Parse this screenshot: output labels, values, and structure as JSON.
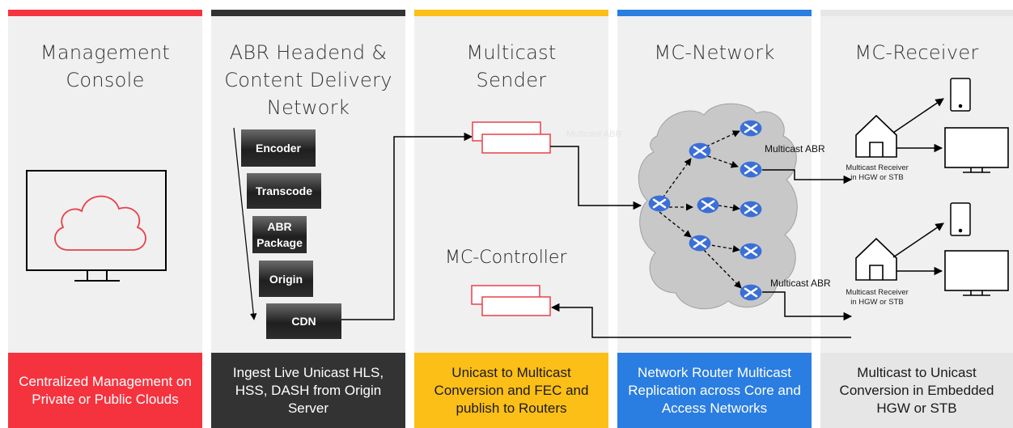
{
  "colors": {
    "management": "#f5333f",
    "abr": "#333333",
    "sender": "#fcbf17",
    "network": "#2a7de1",
    "receiver": "#e6e6e6",
    "column_bg": "#f0f0f0",
    "cloud_outline": "#e8414a",
    "router_blue": "#3b6fd8"
  },
  "columns": [
    {
      "title": "Management Console",
      "footer": "Centralized Management on Private or Public Clouds"
    },
    {
      "title": "ABR Headend & Content Delivery Network",
      "footer": "Ingest Live Unicast HLS, HSS, DASH from Origin Server"
    },
    {
      "title": "Multicast Sender",
      "footer": "Unicast to Multicast Conversion and FEC and publish to Routers"
    },
    {
      "title": "MC-Network",
      "footer": "Network Router Multicast Replication across Core and Access Networks"
    },
    {
      "title": "MC-Receiver",
      "footer": "Multicast to Unicast Conversion in Embedded HGW or STB"
    }
  ],
  "pipeline": [
    "Encoder",
    "Transcode",
    "ABR Package",
    "Origin",
    "CDN"
  ],
  "labels": {
    "mc_controller": "MC-Controller",
    "multicast_abr_faint": "Multicast ABR",
    "multicast_abr_top": "Multicast ABR",
    "multicast_abr_bottom": "Multicast ABR",
    "receiver_top": "Multicast Receiver in HGW or STB",
    "receiver_bottom": "Multicast Receiver in HGW or STB"
  },
  "icons": [
    "monitor-icon",
    "cloud-icon",
    "server-stack-icon",
    "router-icon",
    "house-icon",
    "tablet-icon",
    "tv-icon"
  ]
}
